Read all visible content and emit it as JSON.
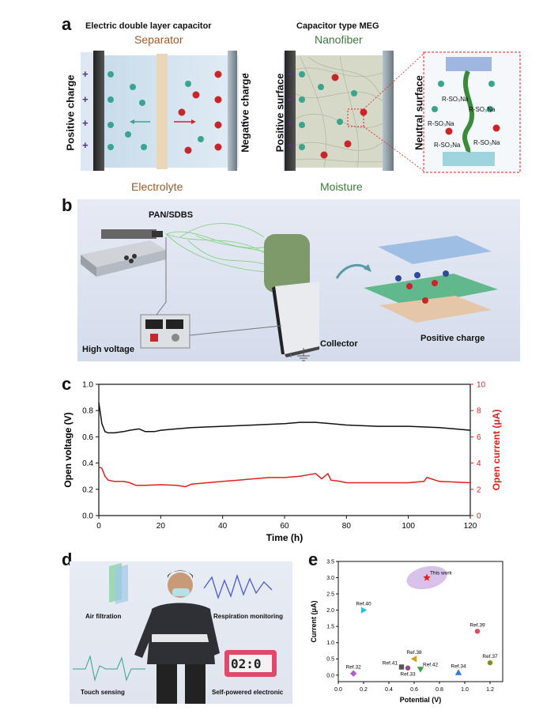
{
  "panel_a": {
    "label": "a",
    "title_left": "Electric double layer capacitor",
    "title_right": "Capacitor type MEG",
    "separator": "Separator",
    "electrolyte": "Electrolyte",
    "nanofiber": "Nanofiber",
    "moisture": "Moisture",
    "positive_charge": "Positive charge",
    "negative_charge": "Negative charge",
    "positive_surface": "Positive surface",
    "neutral_surface": "Neutral surface",
    "group_label": "R-SO₃Na",
    "colors": {
      "cation": "#3aa58f",
      "anion": "#c8262a",
      "plus": "#5b2c8c"
    }
  },
  "panel_b": {
    "label": "b",
    "material": "PAN/SDBS",
    "high_voltage": "High voltage",
    "collector": "Collector",
    "positive_charge": "Positive charge"
  },
  "panel_c": {
    "label": "c"
  },
  "panel_d": {
    "label": "d",
    "air_filtration": "Air filtration",
    "respiration": "Respiration monitoring",
    "touch": "Touch sensing",
    "self_powered": "Self-powered electronic",
    "clock": "02:0"
  },
  "panel_e": {
    "label": "e"
  },
  "chart_data": [
    {
      "type": "line",
      "xlabel": "Time (h)",
      "ylabel": "Open voltage (V)",
      "y2label": "Open current (μA)",
      "xlim": [
        0,
        120
      ],
      "ylim": [
        0.0,
        1.0
      ],
      "y2lim": [
        0,
        10
      ],
      "xticks": [
        "0",
        "20",
        "40",
        "60",
        "80",
        "100",
        "120"
      ],
      "yticks": [
        "0.0",
        "0.2",
        "0.4",
        "0.6",
        "0.8",
        "1.0"
      ],
      "y2ticks": [
        "0",
        "2",
        "4",
        "6",
        "8",
        "10"
      ],
      "colors": {
        "voltage": "#111111",
        "current": "#e0201b"
      },
      "series": [
        {
          "axis": "left",
          "x": [
            0,
            0.5,
            1,
            2,
            3,
            5,
            8,
            10,
            13,
            15,
            18,
            20,
            25,
            30,
            40,
            50,
            60,
            65,
            70,
            75,
            80,
            90,
            100,
            110,
            115,
            120
          ],
          "values": [
            0.86,
            0.78,
            0.7,
            0.64,
            0.63,
            0.63,
            0.64,
            0.65,
            0.66,
            0.64,
            0.64,
            0.65,
            0.66,
            0.67,
            0.68,
            0.69,
            0.7,
            0.71,
            0.71,
            0.7,
            0.69,
            0.68,
            0.68,
            0.67,
            0.66,
            0.65
          ]
        },
        {
          "axis": "right",
          "x": [
            0,
            1,
            2,
            3,
            5,
            8,
            10,
            12,
            15,
            20,
            25,
            28,
            30,
            35,
            40,
            45,
            50,
            55,
            60,
            65,
            70,
            72,
            74,
            75,
            78,
            80,
            90,
            100,
            105,
            106,
            110,
            120
          ],
          "values": [
            3.7,
            3.6,
            3.0,
            2.7,
            2.6,
            2.6,
            2.5,
            2.3,
            2.3,
            2.35,
            2.3,
            2.2,
            2.4,
            2.5,
            2.6,
            2.7,
            2.8,
            2.9,
            2.9,
            3.0,
            3.2,
            2.8,
            3.2,
            2.7,
            2.6,
            2.5,
            2.5,
            2.5,
            2.6,
            2.9,
            2.6,
            2.5
          ]
        }
      ]
    },
    {
      "type": "scatter",
      "xlabel": "Potential (V)",
      "ylabel": "Current (μA)",
      "xlim": [
        0.0,
        1.3
      ],
      "ylim": [
        -0.2,
        3.5
      ],
      "xticks": [
        "0.0",
        "0.2",
        "0.4",
        "0.6",
        "0.8",
        "1.0",
        "1.2"
      ],
      "yticks": [
        "0.0",
        "0.5",
        "1.0",
        "1.5",
        "2.0",
        "2.5",
        "3.0",
        "3.5"
      ],
      "points": [
        {
          "label": "This work",
          "x": 0.7,
          "y": 3.0,
          "color": "#e0201b",
          "marker": "star"
        },
        {
          "label": "Ref.40",
          "x": 0.2,
          "y": 2.0,
          "color": "#1cc8d6",
          "marker": "tri-right"
        },
        {
          "label": "Ref.39",
          "x": 1.1,
          "y": 1.35,
          "color": "#e8495a",
          "marker": "circle"
        },
        {
          "label": "Ref.38",
          "x": 0.6,
          "y": 0.5,
          "color": "#d4a020",
          "marker": "tri-left"
        },
        {
          "label": "Ref.41",
          "x": 0.5,
          "y": 0.25,
          "color": "#555555",
          "marker": "square"
        },
        {
          "label": "Ref.33",
          "x": 0.55,
          "y": 0.22,
          "color": "#9a4a8a",
          "marker": "circle"
        },
        {
          "label": "Ref.42",
          "x": 0.65,
          "y": 0.18,
          "color": "#3aa04a",
          "marker": "tri-down"
        },
        {
          "label": "Ref.34",
          "x": 0.95,
          "y": 0.08,
          "color": "#3a7ad4",
          "marker": "tri-up"
        },
        {
          "label": "Ref.37",
          "x": 1.2,
          "y": 0.38,
          "color": "#8a8a20",
          "marker": "circle"
        },
        {
          "label": "Ref.32",
          "x": 0.12,
          "y": 0.05,
          "color": "#b060c0",
          "marker": "diamond"
        }
      ]
    }
  ]
}
